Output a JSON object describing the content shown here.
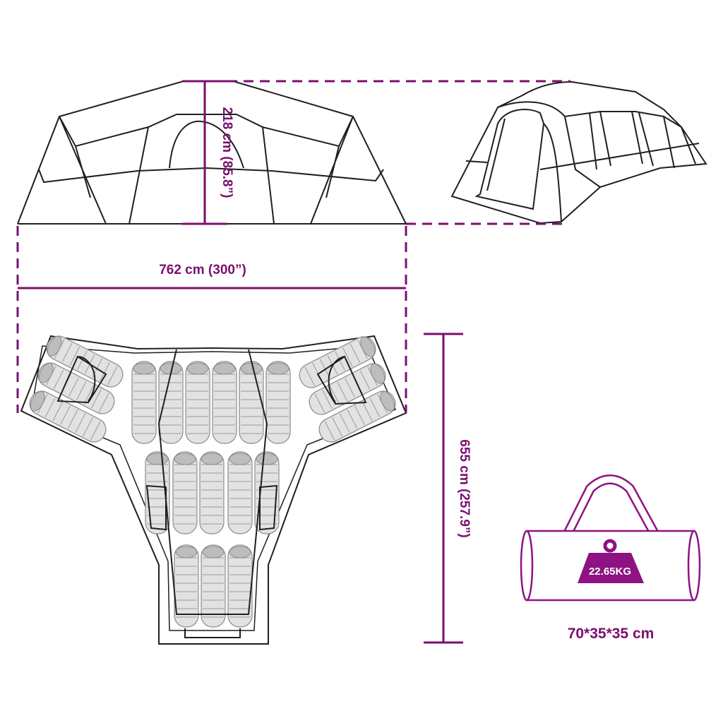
{
  "dimensions": {
    "height_label": "218 cm (85.8”)",
    "width_label": "762 cm (300”)",
    "depth_label": "655 cm (257.9”)",
    "package_size_label": "70*35*35 cm"
  },
  "bag": {
    "weight_label": "22.65KG"
  },
  "colors": {
    "dimension": "#7b0f6e",
    "outline": "#1f1f1f",
    "bag": "#8e1283",
    "sleeping_bag_fill": "#e2e2e2"
  },
  "icons": {
    "front": "tent-front-view",
    "side": "tent-side-view",
    "floor": "tent-floor-plan",
    "bag": "carry-bag-icon",
    "weight": "weight-icon"
  }
}
